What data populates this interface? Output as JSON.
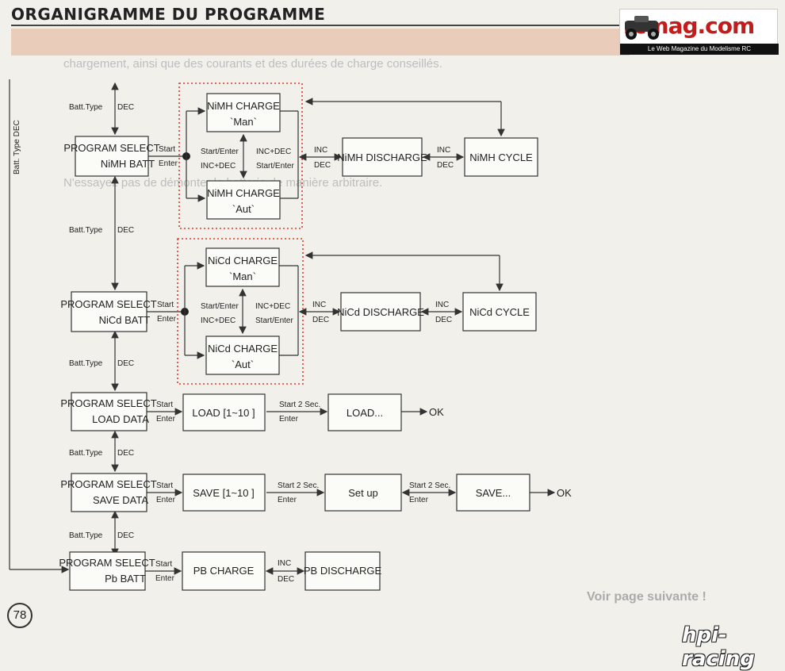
{
  "title": "ORGANIGRAMME DU PROGRAMME",
  "logo": {
    "name": "rcmag.com",
    "tagline": "Le Web Magazine du Modelisme RC"
  },
  "page_number": "78",
  "footer_text": "Voir page suivante !",
  "brand": "hpi-racing",
  "side_label": "Batt. Type   DEC",
  "ghost_text": [
    "chargement, ainsi que des courants et des durées de charge conseillés.",
    "N'essayez pas de démonter la batterie de manière arbitraire."
  ],
  "labels": {
    "batt_type": "Batt.Type",
    "dec": "DEC",
    "inc": "INC",
    "start": "Start",
    "enter": "Enter",
    "start_enter": "Start/Enter",
    "inc_dec": "INC+DEC",
    "start2": "Start 2 Sec.",
    "ok": "OK"
  },
  "nimh": {
    "select": [
      "PROGRAM SELECT",
      "NiMH BATT"
    ],
    "charge_man": [
      "NiMH CHARGE",
      "`Man`"
    ],
    "charge_aut": [
      "NiMH CHARGE",
      "`Aut`"
    ],
    "discharge": "NiMH DISCHARGE",
    "cycle": "NiMH CYCLE"
  },
  "nicd": {
    "select": [
      "PROGRAM SELECT",
      "NiCd BATT"
    ],
    "charge_man": [
      "NiCd CHARGE",
      "`Man`"
    ],
    "charge_aut": [
      "NiCd CHARGE",
      "`Aut`"
    ],
    "discharge": "NiCd DISCHARGE",
    "cycle": "NiCd CYCLE"
  },
  "load": {
    "select": [
      "PROGRAM SELECT",
      "LOAD DATA"
    ],
    "load_slot": "LOAD [1~10 ]",
    "loading": "LOAD..."
  },
  "save": {
    "select": [
      "PROGRAM SELECT",
      "SAVE DATA"
    ],
    "save_slot": "SAVE [1~10 ]",
    "setup": "Set up",
    "saving": "SAVE..."
  },
  "pb": {
    "select": [
      "PROGRAM SELECT",
      "Pb BATT"
    ],
    "charge": "PB CHARGE",
    "discharge": "PB DISCHARGE"
  }
}
